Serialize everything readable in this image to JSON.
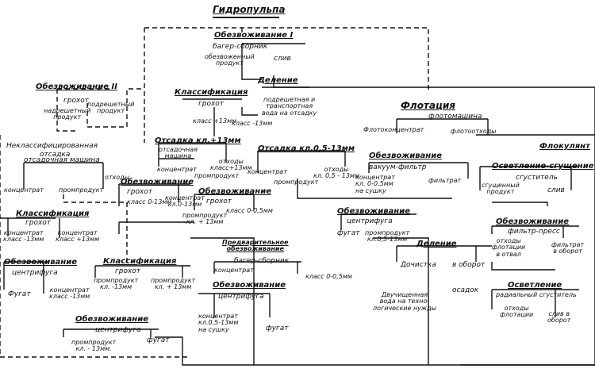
{
  "labels": {
    "title": "Гидропульпа",
    "dewater1": "Обезвоживание I",
    "dredge_sump1": "багер-сборник",
    "dewatered_product": "обезвоженный\nпродукт",
    "overflow1": "слив",
    "division1": "Деление",
    "dewater2": "Обезвоживание II",
    "screen1": "грохот",
    "oversize_product": "надрешетный\nпродукт",
    "undersize_product": "подрешетный\nпродукт",
    "classify1": "Классификация",
    "screen2": "грохот",
    "class_13": "класс +13мм",
    "class_minus13": "класс -13мм",
    "undersize_transport": "подрешетная и\nтранспортная\nвода на отсадку",
    "flotation": "Флотация",
    "flot_machine": "флотомашина",
    "flot_concentrate": "Флотоконцентрат",
    "tailings": "флотоотходы",
    "flocculant": "Флокулянт",
    "unclassified_1": "Неклассифицированная",
    "unclassified_2": "отсадка",
    "jig_machine": "отсадочная машина",
    "waste1": "отходы",
    "concentrate1": "концентрат",
    "middlings1": "промпродукт",
    "jig_13": "Отсадка кл.+13мм",
    "jig_machine2": "отсадочная\nмашина",
    "concentrate2": "концентрат",
    "waste_13": "отходы\nкласс+13мм",
    "middlings2": "промпродукт",
    "jig_05": "Отсадка кл.0,5-13мм",
    "concentrate3": "концентрат",
    "middlings3": "промпродукт",
    "waste_05": "отходы\nкл. 0,5 - 13мм",
    "dewater_vac": "Обезвоживание",
    "vacuum_filter": "вакуум-фильтр",
    "concentrate_dry": "концентрат\nкл. 0-0,5мм\nна сушку",
    "filtrate1": "фильтрат",
    "clarify_thicken": "Осветление-сгущение",
    "thickener": "сгуститель",
    "thickened_product": "сгущенный\nпродукт",
    "overflow2": "слив",
    "dewater3": "Обезвоживание",
    "screen3": "грохот",
    "class_0_13": "класс 0-13мм",
    "concentrate4": "концентрат\nкл.0-13мм",
    "dewater4": "Обезвоживание",
    "screen4": "грохот",
    "class_0_05a": "класс 0-0,5мм",
    "middlings_13": "промпродукт\nкл. + 13мм",
    "dewater_cent1": "Обезвоживание",
    "centrifuge1": "центрифуга",
    "fugate1": "фугат",
    "middlings_05_13": "промпродукт\nкл.0,5-13мм",
    "division2": "Деление",
    "top_up": "Дочистка",
    "to_recycle1": "в оборот",
    "dewater_press": "Обезвоживание",
    "filter_press": "фильтр-пресс",
    "tails_waste": "отходы\nфлотации\nв отвал",
    "filtrate_recycle": "фильтрат\nв оборот",
    "classify2": "Классификация",
    "screen5": "грохот",
    "concentrate_13": "концентрат\nкласс -13мм",
    "concentrate_13p": "концентрат\nкласс +13мм",
    "pre_dewater": "Предварительное\nобезвоживание",
    "dredge_sump2": "багер-сборник",
    "concentrate5": "концентрат",
    "class_0_05b": "класс 0-0,5мм",
    "purified_water": "Двучищенная\nвода на техно-\nлогические нужды",
    "sediment": "осадок",
    "clarify": "Осветление",
    "radial_thickener": "радиальный сгуститель",
    "tails_flot": "отходы\nфлотации",
    "overflow_recycle": "слив в\nоборот",
    "dewater_cent2": "Обезвоживание",
    "centrifuge2": "центрифуга",
    "fugate2": "Фугат",
    "concentrate_13c": "концентрат\nкласс -13мм",
    "classify3": "Классификация",
    "screen6": "грохот",
    "middlings_minus13": "промпродукт\nкл. -13мм",
    "middlings_plus13": "промпродукт\nкл. + 13мм",
    "dewater_cent3": "Обезвоживание",
    "centrifuge3": "центрифуга",
    "concentrate_dry2": "концентрат\nкл.0,5-13мм\nна сушку",
    "fugate3": "фугат",
    "dewater_cent4": "Обезвоживание",
    "centrifuge4": "центрифуга",
    "middlings_13b": "промпродукт\nкл. - 13мм.",
    "fugate4": "фугат"
  }
}
